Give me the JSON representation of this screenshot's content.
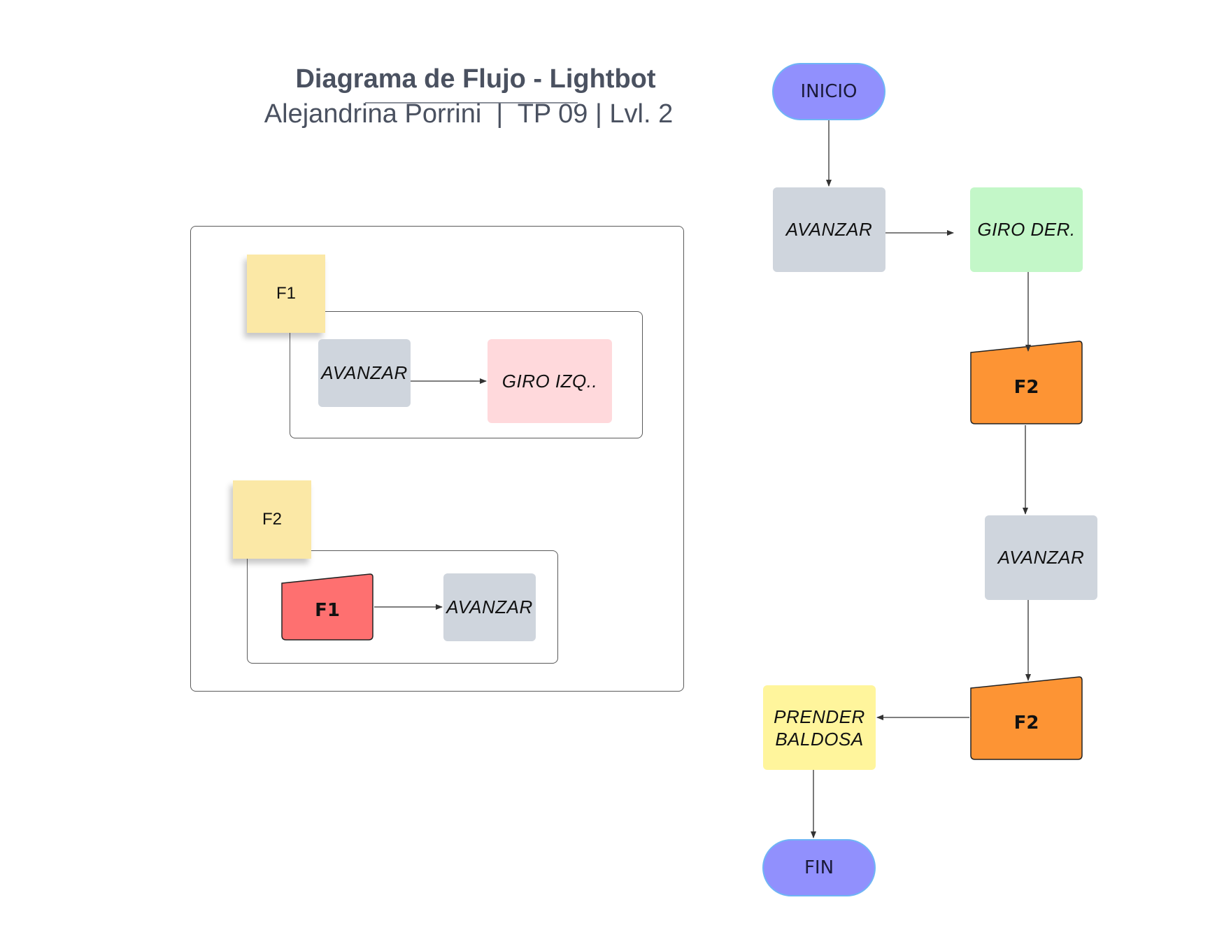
{
  "title": "Diagrama de Flujo - Lightbot",
  "subtitle": "Alejandrina Porrini  |  TP 09 | Lvl. 2",
  "colors": {
    "terminal": "#9190fd",
    "terminal_border": "#6fb5f5",
    "avanzar": "#cfd5dd",
    "giro_der": "#c3f7c8",
    "giro_izq": "#ffd9dc",
    "prender": "#fff59c",
    "f2_call": "#fd9434",
    "f1_call": "#fe7070",
    "sticky": "#fbe8a6"
  },
  "main_flow": {
    "start": "INICIO",
    "step1": "AVANZAR",
    "step2": "GIRO DER.",
    "step3": "F2",
    "step4": "AVANZAR",
    "step5": "F2",
    "step6_line1": "PRENDER",
    "step6_line2": "BALDOSA",
    "end": "FIN"
  },
  "functions": {
    "f1": {
      "name": "F1",
      "steps": [
        "AVANZAR",
        "GIRO IZQ.."
      ]
    },
    "f2": {
      "name": "F2",
      "steps": [
        "F1",
        "AVANZAR"
      ]
    }
  }
}
